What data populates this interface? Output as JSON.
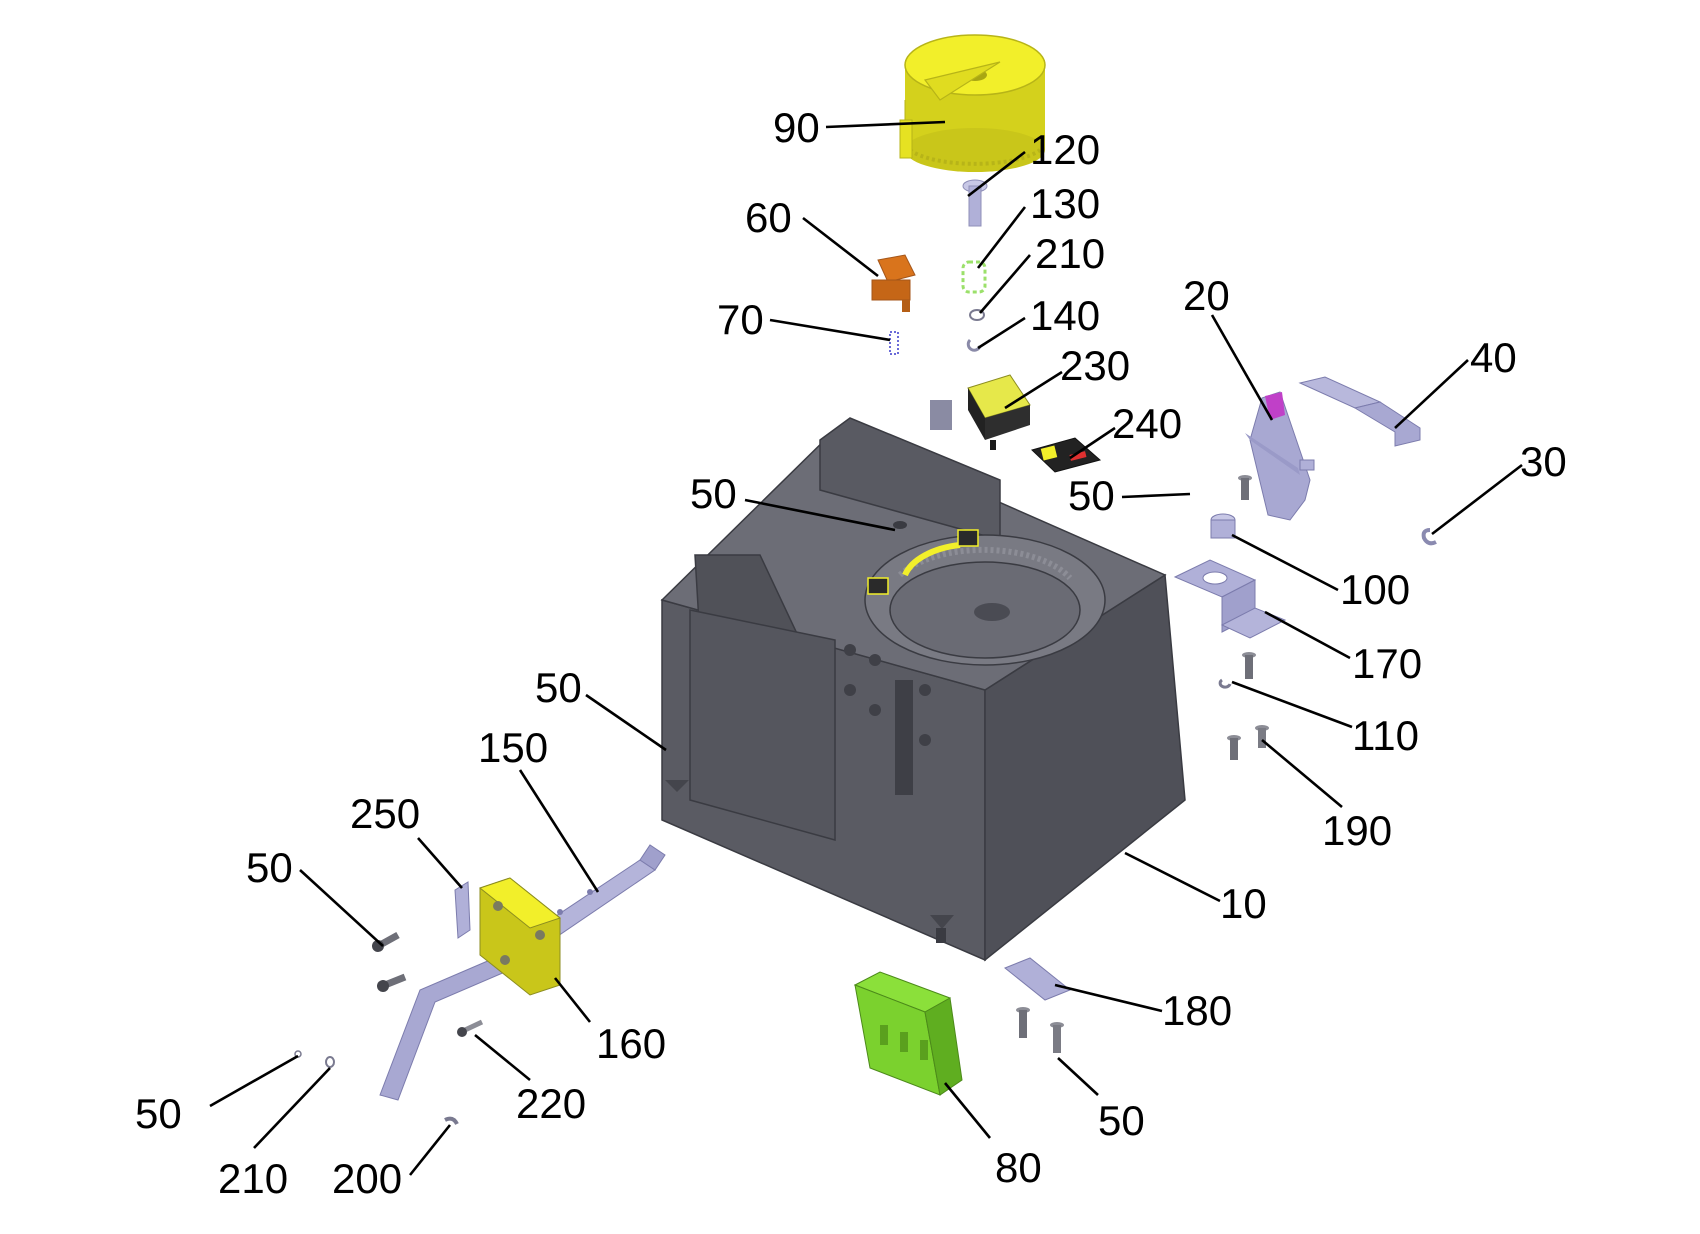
{
  "diagram": {
    "type": "exploded-parts-view",
    "colors": {
      "housing": "#5e5f68",
      "housing_dark": "#4a4b53",
      "housing_light": "#74757e",
      "dial_yellow": "#f2ef2a",
      "switch_yellow": "#e6e84a",
      "metal_lavender": "#b0b0d8",
      "cap_orange": "#d9741c",
      "holder_green": "#7bd12e",
      "spring_green": "#9be06a",
      "accent_magenta": "#c040c8"
    },
    "callouts": [
      {
        "id": "c90",
        "label": "90"
      },
      {
        "id": "c120",
        "label": "120"
      },
      {
        "id": "c130",
        "label": "130"
      },
      {
        "id": "c60",
        "label": "60"
      },
      {
        "id": "c210a",
        "label": "210"
      },
      {
        "id": "c70",
        "label": "70"
      },
      {
        "id": "c140",
        "label": "140"
      },
      {
        "id": "c20",
        "label": "20"
      },
      {
        "id": "c40",
        "label": "40"
      },
      {
        "id": "c230",
        "label": "230"
      },
      {
        "id": "c240",
        "label": "240"
      },
      {
        "id": "c30",
        "label": "30"
      },
      {
        "id": "c50a",
        "label": "50"
      },
      {
        "id": "c50b",
        "label": "50"
      },
      {
        "id": "c100",
        "label": "100"
      },
      {
        "id": "c170",
        "label": "170"
      },
      {
        "id": "c50c",
        "label": "50"
      },
      {
        "id": "c110",
        "label": "110"
      },
      {
        "id": "c150",
        "label": "150"
      },
      {
        "id": "c250",
        "label": "250"
      },
      {
        "id": "c190",
        "label": "190"
      },
      {
        "id": "c50d",
        "label": "50"
      },
      {
        "id": "c10",
        "label": "10"
      },
      {
        "id": "c180",
        "label": "180"
      },
      {
        "id": "c160",
        "label": "160"
      },
      {
        "id": "c50e",
        "label": "50"
      },
      {
        "id": "c220",
        "label": "220"
      },
      {
        "id": "c50f",
        "label": "50"
      },
      {
        "id": "c210b",
        "label": "210"
      },
      {
        "id": "c200",
        "label": "200"
      },
      {
        "id": "c80",
        "label": "80"
      }
    ]
  }
}
